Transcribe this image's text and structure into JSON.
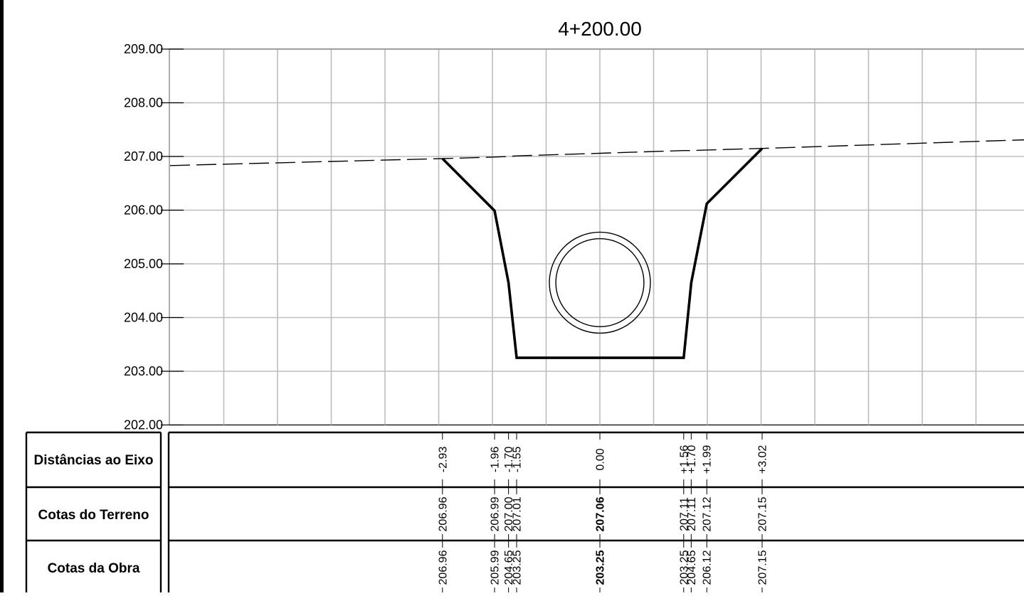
{
  "title": "4+200.00",
  "chart_data": {
    "type": "cross-section",
    "title": "4+200.00",
    "ylim": [
      202,
      209
    ],
    "xlim": [
      -8.0,
      7.9
    ],
    "y_ticks": [
      "209.00",
      "208.00",
      "207.00",
      "206.00",
      "205.00",
      "204.00",
      "203.00",
      "202.00"
    ],
    "grid": true,
    "terrain_line": {
      "style": "dashed",
      "points": [
        [
          -8.0,
          206.83
        ],
        [
          -2.93,
          206.96
        ],
        [
          -1.96,
          206.99
        ],
        [
          -1.7,
          207.0
        ],
        [
          -1.55,
          207.01
        ],
        [
          0.0,
          207.06
        ],
        [
          1.56,
          207.11
        ],
        [
          1.7,
          207.11
        ],
        [
          1.99,
          207.12
        ],
        [
          3.02,
          207.15
        ],
        [
          7.9,
          207.31
        ]
      ]
    },
    "works_line": {
      "style": "solid-bold",
      "points": [
        [
          -2.93,
          206.96
        ],
        [
          -1.96,
          205.99
        ],
        [
          -1.7,
          204.65
        ],
        [
          -1.55,
          203.25
        ],
        [
          1.56,
          203.25
        ],
        [
          1.7,
          204.65
        ],
        [
          1.99,
          206.12
        ],
        [
          3.02,
          207.15
        ]
      ]
    },
    "pipe": {
      "center": [
        0.0,
        204.65
      ],
      "outer_radius": 0.94,
      "inner_radius": 0.82
    }
  },
  "table": {
    "rows": [
      {
        "label": "Distâncias ao Eixo",
        "values": [
          {
            "x": -2.93,
            "text": "-2.93",
            "bold": false
          },
          {
            "x": -1.96,
            "text": "-1.96",
            "bold": false
          },
          {
            "x": -1.7,
            "text": "-1.70",
            "bold": false
          },
          {
            "x": -1.55,
            "text": "-1.55",
            "bold": false
          },
          {
            "x": 0.0,
            "text": "0.00",
            "bold": false
          },
          {
            "x": 1.56,
            "text": "+1.56",
            "bold": false
          },
          {
            "x": 1.7,
            "text": "+1.70",
            "bold": false
          },
          {
            "x": 1.99,
            "text": "+1.99",
            "bold": false
          },
          {
            "x": 3.02,
            "text": "+3.02",
            "bold": false
          }
        ]
      },
      {
        "label": "Cotas do Terreno",
        "values": [
          {
            "x": -2.93,
            "text": "206.96",
            "bold": false
          },
          {
            "x": -1.96,
            "text": "206.99",
            "bold": false
          },
          {
            "x": -1.7,
            "text": "207.00",
            "bold": false
          },
          {
            "x": -1.55,
            "text": "207.01",
            "bold": false
          },
          {
            "x": 0.0,
            "text": "207.06",
            "bold": true
          },
          {
            "x": 1.56,
            "text": "207.11",
            "bold": false
          },
          {
            "x": 1.7,
            "text": "207.11",
            "bold": false
          },
          {
            "x": 1.99,
            "text": "207.12",
            "bold": false
          },
          {
            "x": 3.02,
            "text": "207.15",
            "bold": false
          }
        ]
      },
      {
        "label": "Cotas da Obra",
        "values": [
          {
            "x": -2.93,
            "text": "206.96",
            "bold": false
          },
          {
            "x": -1.96,
            "text": "205.99",
            "bold": false
          },
          {
            "x": -1.7,
            "text": "204.65",
            "bold": false
          },
          {
            "x": -1.55,
            "text": "203.25",
            "bold": false
          },
          {
            "x": 0.0,
            "text": "203.25",
            "bold": true
          },
          {
            "x": 1.56,
            "text": "203.25",
            "bold": false
          },
          {
            "x": 1.7,
            "text": "204.65",
            "bold": false
          },
          {
            "x": 1.99,
            "text": "206.12",
            "bold": false
          },
          {
            "x": 3.02,
            "text": "207.15",
            "bold": false
          }
        ]
      }
    ]
  }
}
